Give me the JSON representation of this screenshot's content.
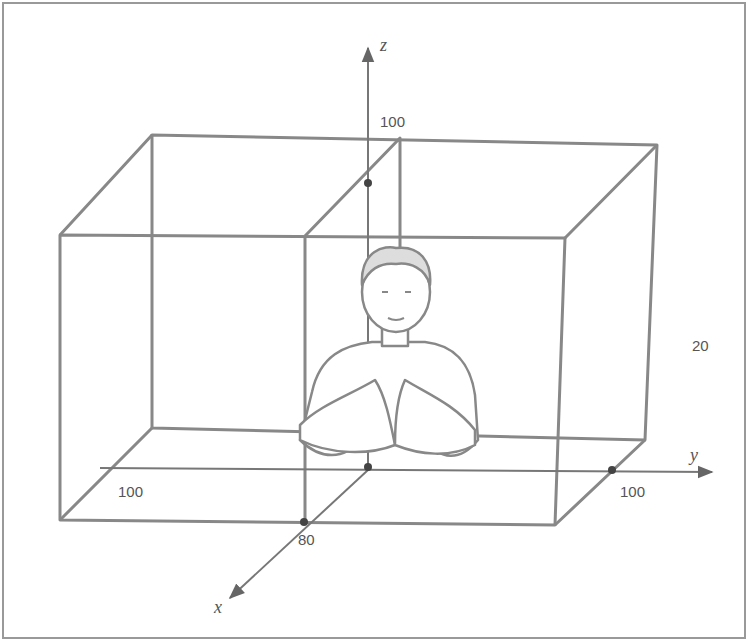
{
  "diagram": {
    "labels": [
      "z",
      "100",
      "100",
      "100",
      "80",
      "x",
      "y",
      "20"
    ]
  }
}
